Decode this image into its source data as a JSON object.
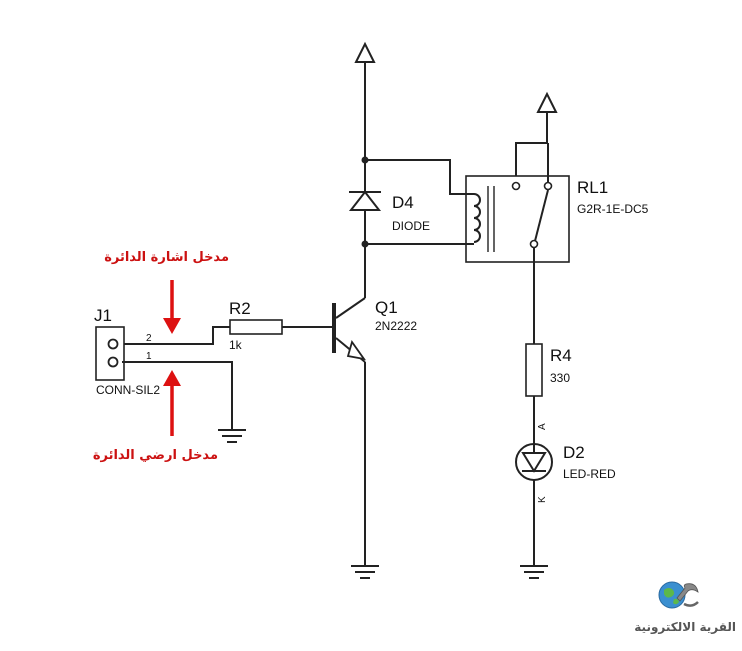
{
  "components": {
    "j1": {
      "ref": "J1",
      "value": "CONN-SIL2",
      "pins": [
        "2",
        "1"
      ]
    },
    "r2": {
      "ref": "R2",
      "value": "1k"
    },
    "q1": {
      "ref": "Q1",
      "value": "2N2222"
    },
    "d4": {
      "ref": "D4",
      "value": "DIODE"
    },
    "rl1": {
      "ref": "RL1",
      "value": "G2R-1E-DC5"
    },
    "r4": {
      "ref": "R4",
      "value": "330"
    },
    "d2": {
      "ref": "D2",
      "value": "LED-RED",
      "anode": "A",
      "cathode": "K"
    }
  },
  "annotations": {
    "signal_input": "مدخل اشارة الدائرة",
    "ground_input": "مدخل ارضي الدائرة"
  },
  "logo": {
    "text": "القرية الالكترونية",
    "icon": "globe-wrench-icon"
  },
  "colors": {
    "wire": "#222222",
    "annotation": "#cc1111",
    "background": "#ffffff"
  }
}
